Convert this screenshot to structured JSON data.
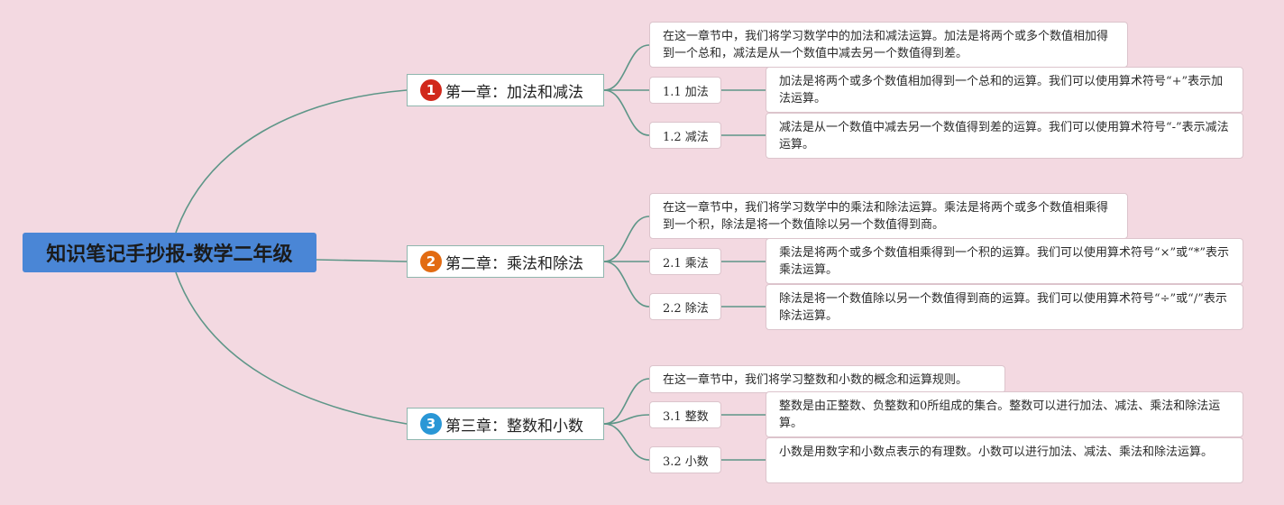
{
  "root": {
    "title": "知识笔记手抄报-数学二年级"
  },
  "colors": {
    "line": "#5e9688",
    "root_bg": "#4a86d6",
    "badge1": "#d1281b",
    "badge2": "#e26b12",
    "badge3": "#2a97d6"
  },
  "chapters": [
    {
      "badge": "1",
      "title": "第一章：加法和减法",
      "intro": "在这一章节中，我们将学习数学中的加法和减法运算。加法是将两个或多个数值相加得到一个总和，减法是从一个数值中减去另一个数值得到差。",
      "subs": [
        {
          "label": "1.1 加法",
          "detail": "加法是将两个或多个数值相加得到一个总和的运算。我们可以使用算术符号“+”表示加法运算。"
        },
        {
          "label": "1.2 减法",
          "detail": "减法是从一个数值中减去另一个数值得到差的运算。我们可以使用算术符号“-”表示减法运算。"
        }
      ]
    },
    {
      "badge": "2",
      "title": "第二章：乘法和除法",
      "intro": "在这一章节中，我们将学习数学中的乘法和除法运算。乘法是将两个或多个数值相乘得到一个积，除法是将一个数值除以另一个数值得到商。",
      "subs": [
        {
          "label": "2.1 乘法",
          "detail": "乘法是将两个或多个数值相乘得到一个积的运算。我们可以使用算术符号“×”或“*”表示乘法运算。"
        },
        {
          "label": "2.2 除法",
          "detail": "除法是将一个数值除以另一个数值得到商的运算。我们可以使用算术符号“÷”或“/”表示除法运算。"
        }
      ]
    },
    {
      "badge": "3",
      "title": "第三章：整数和小数",
      "intro": "在这一章节中，我们将学习整数和小数的概念和运算规则。",
      "subs": [
        {
          "label": "3.1 整数",
          "detail": "整数是由正整数、负整数和0所组成的集合。整数可以进行加法、减法、乘法和除法运算。"
        },
        {
          "label": "3.2 小数",
          "detail": "小数是用数字和小数点表示的有理数。小数可以进行加法、减法、乘法和除法运算。"
        }
      ]
    }
  ]
}
